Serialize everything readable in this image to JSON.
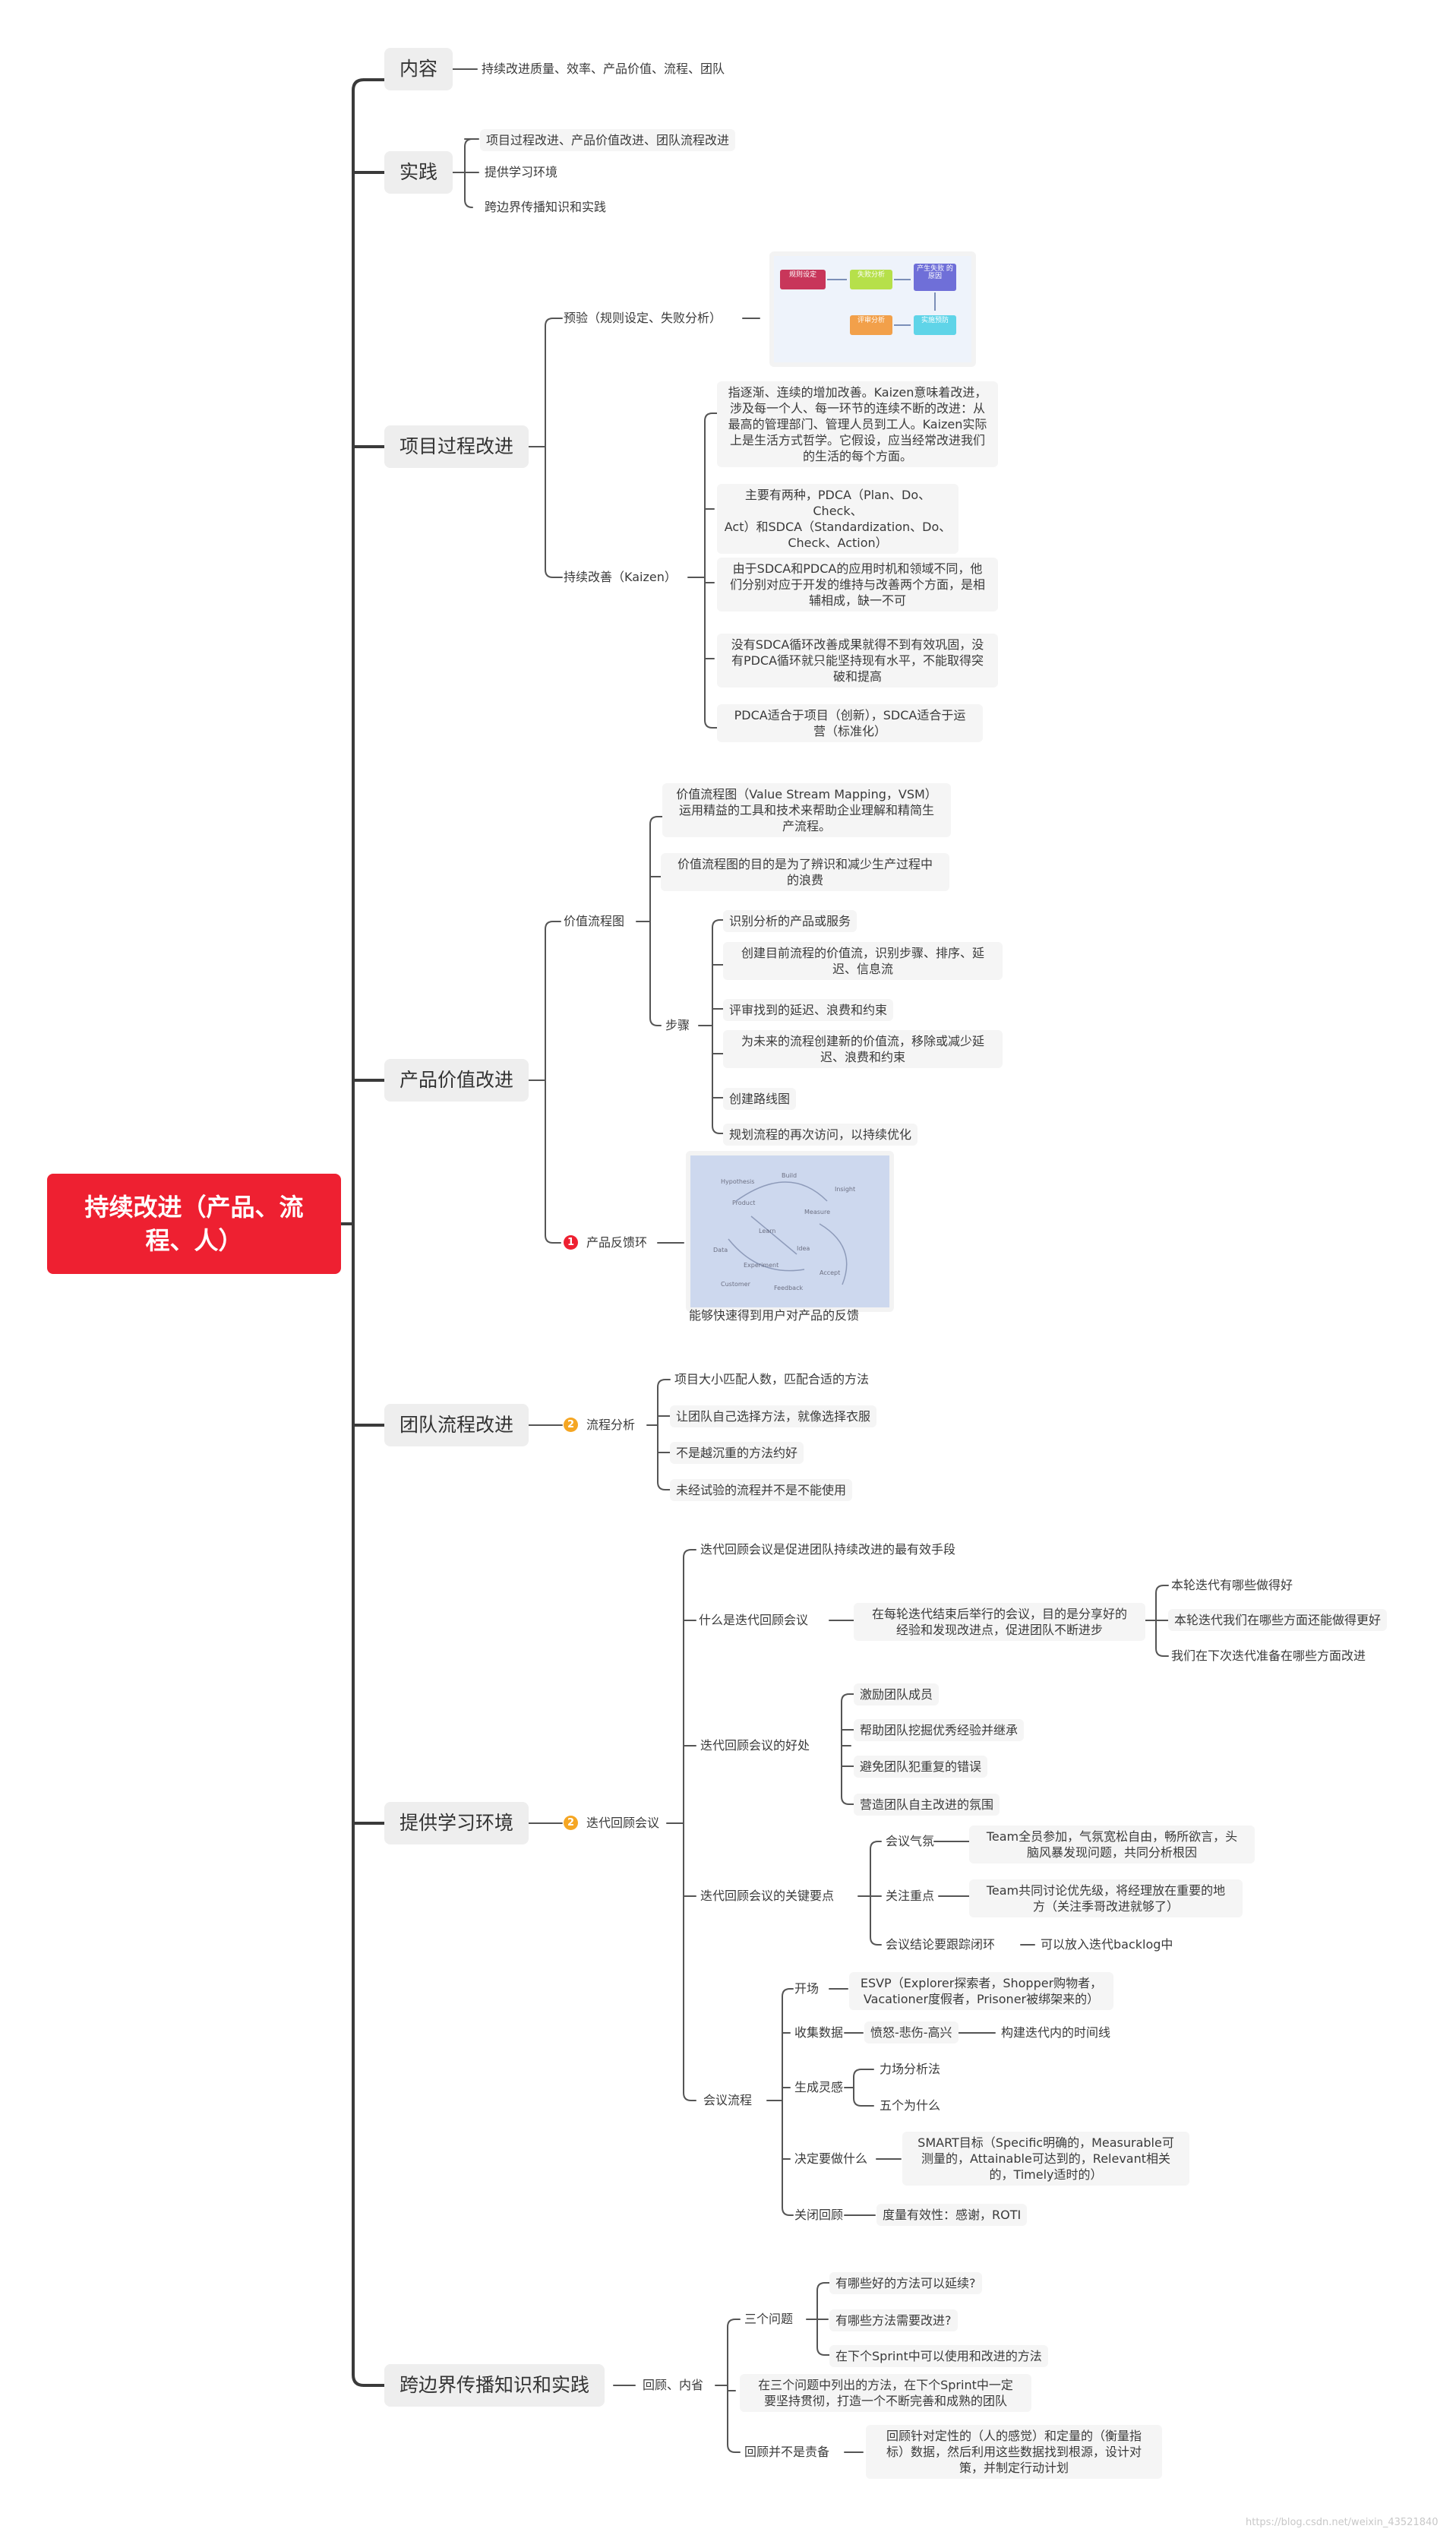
{
  "root": {
    "label": "持续改进（产品、流\n程、人）",
    "color": "#ee2031"
  },
  "branches": {
    "content": {
      "label": "内容",
      "items": [
        "持续改进质量、效率、产品价值、流程、团队"
      ]
    },
    "practice": {
      "label": "实践",
      "items": [
        "项目过程改进、产品价值改进、团队流程改进",
        "提供学习环境",
        "跨边界传播知识和实践"
      ]
    },
    "project": {
      "label": "项目过程改进",
      "prevention": {
        "label": "预验（规则设定、失败分析）",
        "flow": [
          "规则设定",
          "失败分析",
          "产生失败\n的原因",
          "评审分析",
          "实施预防"
        ],
        "flow_colors": [
          "#c8365a",
          "#b6e04a",
          "#6f6fd8",
          "#f2a04a",
          "#5fd4e8"
        ]
      },
      "kaizen": {
        "label": "持续改善（Kaizen）",
        "items": [
          "指逐渐、连续的增加改善。Kaizen意味着改进，\n涉及每一个人、每一环节的连续不断的改进：从\n最高的管理部门、管理人员到工人。Kaizen实际\n上是生活方式哲学。它假设，应当经常改进我们\n的生活的每个方面。",
          "主要有两种，PDCA（Plan、Do、Check、\nAct）和SDCA（Standardization、Do、\nCheck、Action）",
          "由于SDCA和PDCA的应用时机和领域不同，他\n们分别对应于开发的维持与改善两个方面，是相\n辅相成，缺一不可",
          "没有SDCA循环改善成果就得不到有效巩固，没\n有PDCA循环就只能坚持现有水平，不能取得突\n破和提高",
          "PDCA适合于项目（创新），SDCA适合于运\n营（标准化）"
        ]
      }
    },
    "product": {
      "label": "产品价值改进",
      "vsm": {
        "label": "价值流程图",
        "items": [
          "价值流程图（Value Stream Mapping，VSM）\n运用精益的工具和技术来帮助企业理解和精简生\n产流程。",
          "价值流程图的目的是为了辨识和减少生产过程中\n的浪费"
        ],
        "steps_label": "步骤",
        "steps": [
          "识别分析的产品或服务",
          "创建目前流程的价值流，识别步骤、排序、延\n迟、信息流",
          "评审找到的延迟、浪费和约束",
          "为未来的流程创建新的价值流，移除或减少延\n迟、浪费和约束",
          "创建路线图",
          "规划流程的再次访问，以持续优化"
        ]
      },
      "feedback": {
        "label": "产品反馈环",
        "badge": "1",
        "badge_color": "#ee2031",
        "caption": "能够快速得到用户对产品的反馈",
        "image_words": [
          "Hypothesis",
          "Build",
          "Product",
          "Measure",
          "Learn",
          "Data",
          "Idea",
          "Experiment",
          "Accept",
          "Customer",
          "Feedback",
          "Insight"
        ]
      }
    },
    "team": {
      "label": "团队流程改进",
      "flow": {
        "label": "流程分析",
        "badge": "2",
        "badge_color": "#f5a623",
        "items": [
          "项目大小匹配人数，匹配合适的方法",
          "让团队自己选择方法，就像选择衣服",
          "不是越沉重的方法约好",
          "未经试验的流程并不是不能使用"
        ]
      }
    },
    "learning": {
      "label": "提供学习环境",
      "retro": {
        "label": "迭代回顾会议",
        "badge": "2",
        "badge_color": "#f5a623",
        "intro": "迭代回顾会议是促进团队持续改进的最有效手段",
        "what": {
          "label": "什么是迭代回顾会议",
          "desc": "在每轮迭代结束后举行的会议，目的是分享好的\n经验和发现改进点，促进团队不断进步",
          "items": [
            "本轮迭代有哪些做得好",
            "本轮迭代我们在哪些方面还能做得更好",
            "我们在下次迭代准备在哪些方面改进"
          ]
        },
        "benefits": {
          "label": "迭代回顾会议的好处",
          "items": [
            "激励团队成员",
            "帮助团队挖掘优秀经验并继承",
            "避免团队犯重复的错误",
            "营造团队自主改进的氛围"
          ]
        },
        "keys": {
          "label": "迭代回顾会议的关键要点",
          "atmosphere": {
            "label": "会议气氛",
            "desc": "Team全员参加，气氛宽松自由，畅所欲言，头\n脑风暴发现问题，共同分析根因"
          },
          "focus": {
            "label": "关注重点",
            "desc": "Team共同讨论优先级，将经理放在重要的地\n方（关注季哥改进就够了）"
          },
          "loop": {
            "label": "会议结论要跟踪闭环",
            "desc": "可以放入迭代backlog中"
          }
        },
        "process": {
          "label": "会议流程",
          "open": {
            "label": "开场",
            "desc": "ESVP（Explorer探索者，Shopper购物者，\nVacationer度假者，Prisoner被绑架来的）"
          },
          "collect": {
            "label": "收集数据",
            "desc": "愤怒-悲伤-高兴",
            "desc2": "构建迭代内的时间线"
          },
          "insight": {
            "label": "生成灵感",
            "items": [
              "力场分析法",
              "五个为什么"
            ]
          },
          "decide": {
            "label": "决定要做什么",
            "desc": "SMART目标（Specific明确的，Measurable可\n测量的，Attainable可达到的，Relevant相关\n的，Timely适时的）"
          },
          "close": {
            "label": "关闭回顾",
            "desc": "度量有效性：感谢，ROTI"
          }
        }
      }
    },
    "spread": {
      "label": "跨边界传播知识和实践",
      "review": {
        "label": "回顾、内省",
        "three": {
          "label": "三个问题",
          "items": [
            "有哪些好的方法可以延续?",
            "有哪些方法需要改进?",
            "在下个Sprint中可以使用和改进的方法"
          ]
        },
        "insist": "在三个问题中列出的方法，在下个Sprint中一定\n要坚持贯彻，打造一个不断完善和成熟的团队",
        "blame": {
          "label": "回顾并不是责备",
          "desc": "回顾针对定性的（人的感觉）和定量的（衡量指\n标）数据，然后利用这些数据找到根源，设计对\n策，并制定行动计划"
        }
      }
    }
  },
  "watermark": "https://blog.csdn.net/weixin_43521840"
}
